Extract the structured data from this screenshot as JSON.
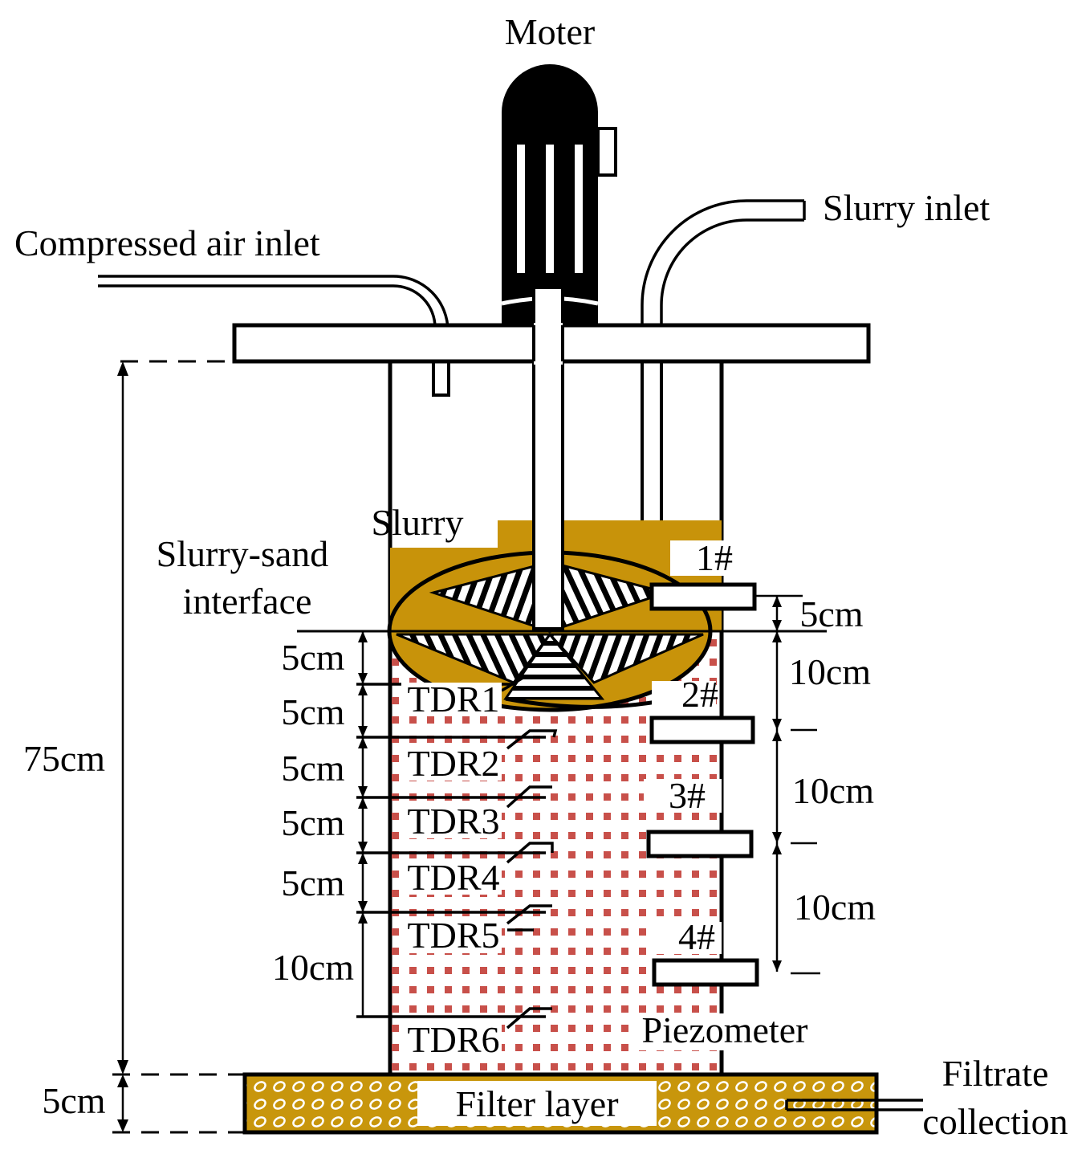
{
  "labels": {
    "motor": "Moter",
    "slurry_inlet": "Slurry inlet",
    "compressed_air_inlet": "Compressed air inlet",
    "slurry": "Slurry",
    "interface_line1": "Slurry-sand",
    "interface_line2": "interface",
    "piezometer": "Piezometer",
    "filter_layer": "Filter layer",
    "filtrate_line1": "Filtrate",
    "filtrate_line2": "collection"
  },
  "dimensions": {
    "total_height": "75cm",
    "filter_thickness": "5cm",
    "tdr_spacings": [
      "5cm",
      "5cm",
      "5cm",
      "5cm",
      "5cm",
      "10cm"
    ],
    "piezometer_spacings": [
      "5cm",
      "10cm",
      "10cm",
      "10cm"
    ]
  },
  "tdr_sensors": [
    "TDR1",
    "TDR2",
    "TDR3",
    "TDR4",
    "TDR5",
    "TDR6"
  ],
  "piezometers": [
    "1#",
    "2#",
    "3#",
    "4#"
  ],
  "colors": {
    "slurry": "#c8930a",
    "sand_dots": "#c8504a",
    "filter_fill": "#c8960c",
    "line": "#000000"
  }
}
